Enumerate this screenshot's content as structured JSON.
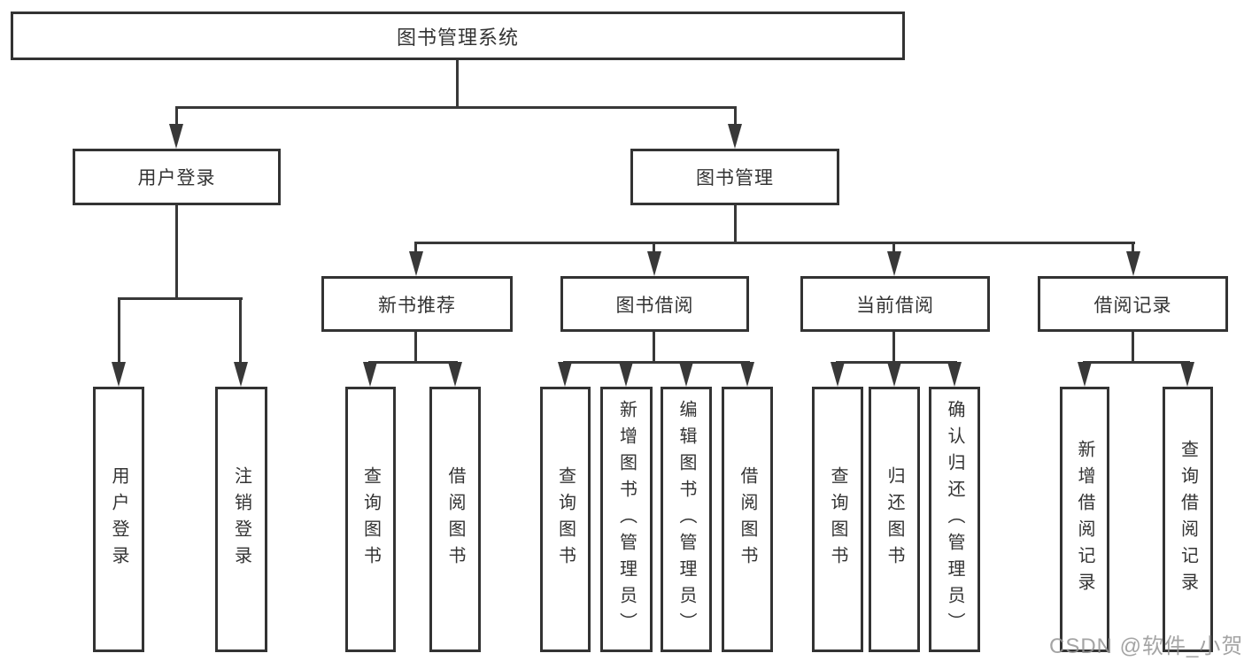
{
  "colors": {
    "box_border": "#333333",
    "connector_line": "#383838",
    "node_text": "#333333",
    "watermark_gray": "#949494",
    "background": "#ffffff"
  },
  "watermark": {
    "text": "CSDN @软件_小贺同学"
  },
  "tree": {
    "root": {
      "label": "图书管理系统"
    },
    "level2": {
      "user_login": {
        "label": "用户登录",
        "leaves": [
          "用户登录",
          "注销登录"
        ]
      },
      "book_management": {
        "label": "图书管理"
      }
    },
    "level3": {
      "new_book_recommend": {
        "label": "新书推荐",
        "leaves": [
          "查询图书",
          "借阅图书"
        ]
      },
      "book_borrowing": {
        "label": "图书借阅",
        "leaves": [
          "查询图书",
          "新增图书（管理员）",
          "编辑图书（管理员）",
          "借阅图书"
        ]
      },
      "current_borrowing": {
        "label": "当前借阅",
        "leaves": [
          "查询图书",
          "归还图书",
          "确认归还（管理员）"
        ]
      },
      "borrowing_records": {
        "label": "借阅记录",
        "leaves": [
          "新增借阅记录",
          "查询借阅记录"
        ]
      }
    }
  }
}
